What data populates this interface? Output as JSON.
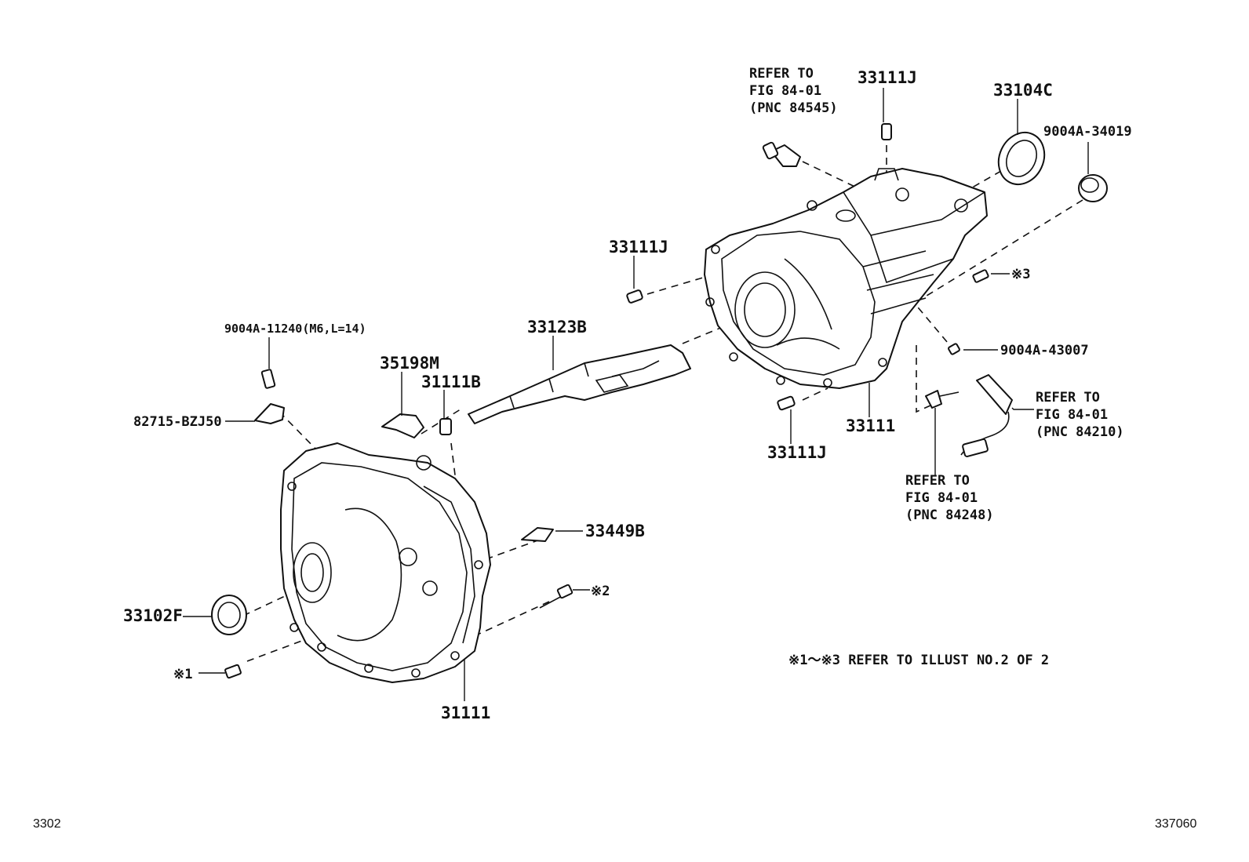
{
  "labels": {
    "refer_84545": [
      "REFER TO",
      "FIG 84-01",
      "(PNC 84545)"
    ],
    "p33111j_top": "33111J",
    "p33104c": "33104C",
    "p9004a_34019": "9004A-34019",
    "p33111j_mid": "33111J",
    "note3": "※3",
    "p9004a_43007": "9004A-43007",
    "p9004a_11240": "9004A-11240(M6,L=14)",
    "p33123b": "33123B",
    "p35198m": "35198M",
    "p31111b": "31111B",
    "refer_84210": [
      "REFER TO",
      "FIG 84-01",
      "(PNC 84210)"
    ],
    "p82715": "82715-BZJ50",
    "p33111": "33111",
    "p33111j_low": "33111J",
    "refer_84248": [
      "REFER TO",
      "FIG 84-01",
      "(PNC 84248)"
    ],
    "p33449b": "33449B",
    "note2": "※2",
    "p33102f": "33102F",
    "note_ref": "※1～※3  REFER TO ILLUST NO.2 OF 2",
    "note1": "※1",
    "p31111": "31111",
    "corner_left": "3302",
    "corner_right": "337060"
  }
}
